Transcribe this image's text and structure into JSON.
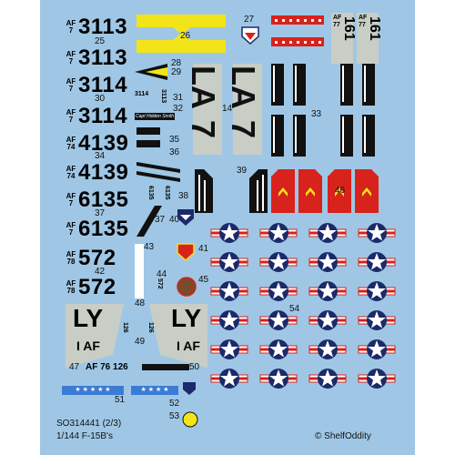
{
  "sheet": {
    "background": "#9fc7e5",
    "code": "SO314441 (2/3)",
    "scale_title": "1/144 F-15B's",
    "brand": "© ShelfOddity"
  },
  "serials": [
    {
      "prefix_top": "AF",
      "prefix_bottom": "7",
      "number": "3113"
    },
    {
      "prefix_top": "AF",
      "prefix_bottom": "7",
      "number": "3113"
    },
    {
      "prefix_top": "AF",
      "prefix_bottom": "7",
      "number": "3114"
    },
    {
      "prefix_top": "AF",
      "prefix_bottom": "7",
      "number": "3114"
    },
    {
      "prefix_top": "AF",
      "prefix_bottom": "74",
      "number": "4139"
    },
    {
      "prefix_top": "AF",
      "prefix_bottom": "74",
      "number": "4139"
    },
    {
      "prefix_top": "AF",
      "prefix_bottom": "7",
      "number": "6135"
    },
    {
      "prefix_top": "AF",
      "prefix_bottom": "7",
      "number": "6135"
    },
    {
      "prefix_top": "AF",
      "prefix_bottom": "78",
      "number": "572"
    },
    {
      "prefix_top": "AF",
      "prefix_bottom": "78",
      "number": "572"
    }
  ],
  "numbers": {
    "n25": "25",
    "n26": "26",
    "n27": "27",
    "n28": "28",
    "n29": "29",
    "n30": "30",
    "n31": "31",
    "n32": "32",
    "n33": "33",
    "n34": "34",
    "n35": "35",
    "n36": "36",
    "n37": "37",
    "n38": "38",
    "n39": "39",
    "n40": "40",
    "n41": "41",
    "n42": "42",
    "n43": "43",
    "n44": "44",
    "n45": "45",
    "n46": "46",
    "n47": "47",
    "n48": "48",
    "n49": "49",
    "n50": "50",
    "n51": "51",
    "n52": "52",
    "n53": "53",
    "n54": "54",
    "n14": "14"
  },
  "small_texts": {
    "t3114": "3114",
    "t3113": "3113",
    "t6135": "6135",
    "t572": "572",
    "t126": "126",
    "tail_small_a": "AF 77",
    "tail_small_b": "161",
    "pilot_name": "Capt Hidden Smith",
    "lay_a": "LA",
    "lay_b": "7"
  },
  "tail_codes": {
    "la": "LA",
    "seven": "7",
    "ly": "LY",
    "af": "I AF",
    "tail_serial": "AF 76 126"
  },
  "colors": {
    "yellow": "#f2e418",
    "red": "#d8221c",
    "navy": "#1b2a6b",
    "white": "#ffffff",
    "gray_panel": "#c8cec6",
    "black": "#111111"
  }
}
